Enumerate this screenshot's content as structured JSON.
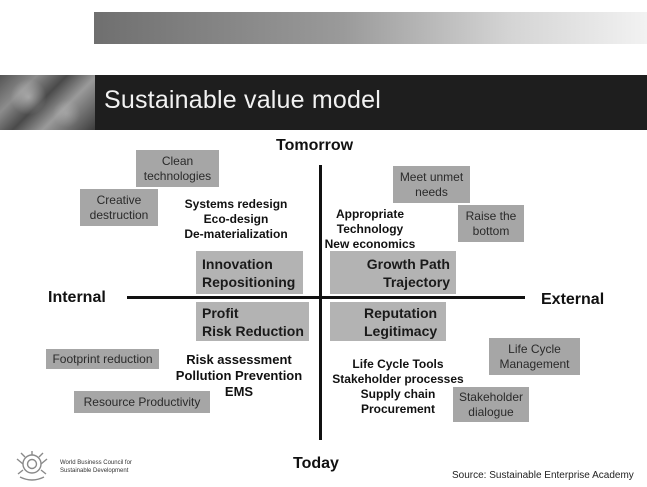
{
  "title": "Sustainable value model",
  "axes": {
    "top": "Tomorrow",
    "bottom": "Today",
    "left": "Internal",
    "right": "External"
  },
  "top_left": {
    "boxes": {
      "clean": "Clean\ntechnologies",
      "creative": "Creative\ndestruction"
    },
    "text": "Systems redesign\nEco-design\nDe-materialization",
    "quadrant": "Innovation\nRepositioning"
  },
  "top_right": {
    "boxes": {
      "meet": "Meet unmet\nneeds",
      "raise": "Raise the\nbottom"
    },
    "text": "Appropriate\nTechnology\nNew economics",
    "quadrant": "Growth Path\nTrajectory"
  },
  "bottom_left": {
    "boxes": {
      "footprint": "Footprint reduction",
      "resource": "Resource Productivity"
    },
    "text": "Risk assessment\nPollution Prevention\nEMS",
    "quadrant": "Profit\nRisk Reduction"
  },
  "bottom_right": {
    "boxes": {
      "lifecycle": "Life Cycle\nManagement",
      "stakeholder": "Stakeholder\ndialogue"
    },
    "text": "Life Cycle Tools\nStakeholder processes\nSupply chain\nProcurement",
    "quadrant": "Reputation\nLegitimacy"
  },
  "footer": {
    "logo_text": "World Business Council for\nSustainable Development",
    "source": "Source: Sustainable Enterprise Academy"
  },
  "colors": {
    "title_bar": "#1e1e1e",
    "box_fill": "#a6a6a6",
    "quadrant_fill": "#b3b3b3",
    "axis": "#111111"
  }
}
